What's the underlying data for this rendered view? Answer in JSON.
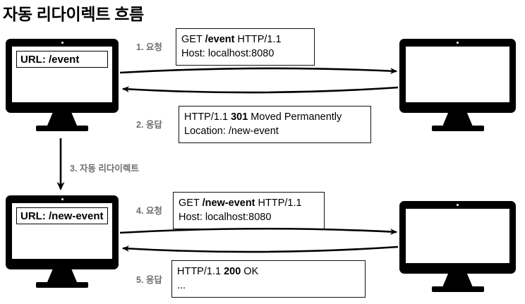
{
  "title": "자동 리다이렉트 흐름",
  "diagram": {
    "type": "sequence-flow",
    "description": "HTTP 301 자동 리다이렉트 흐름 다이어그램"
  },
  "clients": [
    {
      "name": "client-before-redirect",
      "url_label": "URL: /event"
    },
    {
      "name": "client-after-redirect",
      "url_label": "URL: /new-event"
    }
  ],
  "servers": [
    {
      "name": "server-top",
      "screen_text": ""
    },
    {
      "name": "server-bottom",
      "screen_text": ""
    }
  ],
  "steps": [
    {
      "num": "1",
      "label": "1. 요청"
    },
    {
      "num": "2",
      "label": "2. 응답"
    },
    {
      "num": "3",
      "label": "3. 자동 리다이렉트"
    },
    {
      "num": "4",
      "label": "4. 요청"
    },
    {
      "num": "5",
      "label": "5. 응답"
    }
  ],
  "messages": [
    {
      "name": "request-event",
      "line1_pre": "GET ",
      "line1_bold": "/event",
      "line1_post": " HTTP/1.1",
      "line2": "Host: localhost:8080"
    },
    {
      "name": "response-301",
      "line1_pre": "HTTP/1.1 ",
      "line1_bold": "301",
      "line1_post": " Moved Permanently",
      "line2": "Location: /new-event"
    },
    {
      "name": "request-new-event",
      "line1_pre": "GET ",
      "line1_bold": "/new-event",
      "line1_post": " HTTP/1.1",
      "line2": "Host: localhost:8080"
    },
    {
      "name": "response-200",
      "line1_pre": "HTTP/1.1 ",
      "line1_bold": "200",
      "line1_post": " OK",
      "line2": "..."
    }
  ],
  "colors": {
    "ink": "#000000",
    "step_label": "#6e6e6e",
    "background": "#ffffff"
  }
}
